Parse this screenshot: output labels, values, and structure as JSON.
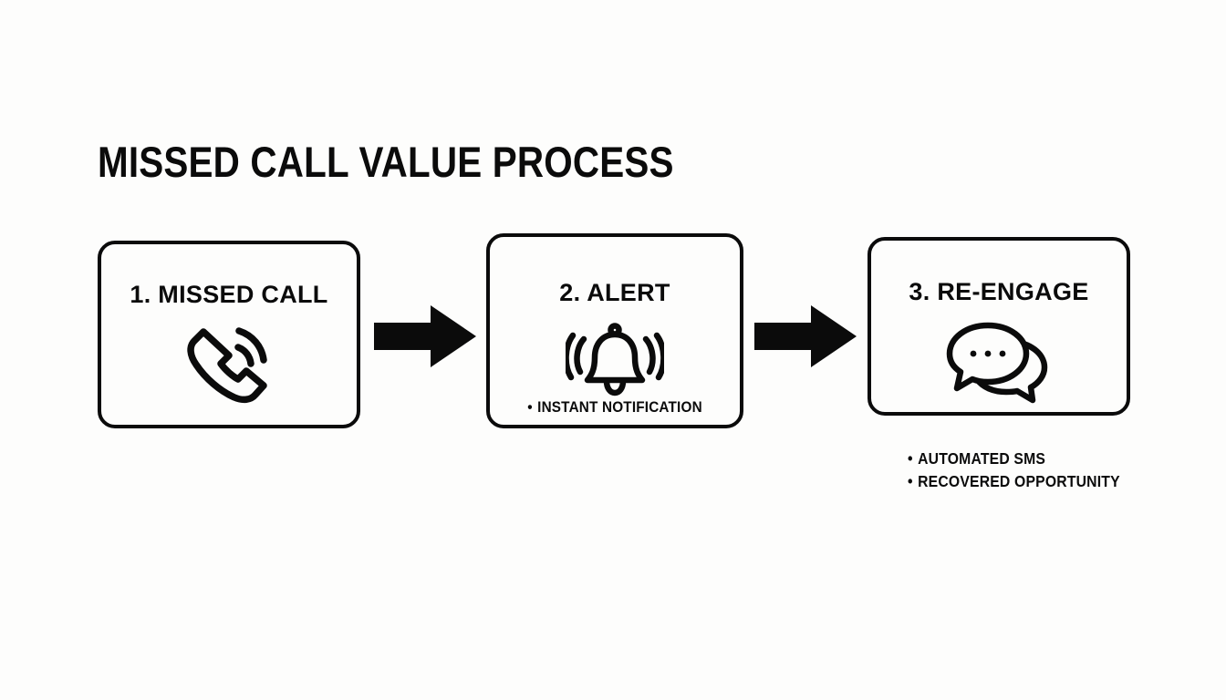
{
  "page": {
    "title": "MISSED CALL VALUE PROCESS",
    "background_color": "#fdfdfc",
    "ink_color": "#0b0b0b"
  },
  "steps": [
    {
      "id": "missed-call",
      "heading": "1. MISSED CALL",
      "icon": "phone-handset-ringing-icon",
      "bullets": []
    },
    {
      "id": "alert",
      "heading": "2. ALERT",
      "icon": "bell-ringing-icon",
      "bullets": [
        "INSTANT NOTIFICATION"
      ]
    },
    {
      "id": "re-engage",
      "heading": "3. RE-ENGAGE",
      "icon": "chat-bubbles-icon",
      "bullets": []
    }
  ],
  "arrows": [
    {
      "id": "arrow-1",
      "icon": "arrow-right-icon",
      "from": "missed-call",
      "to": "alert"
    },
    {
      "id": "arrow-2",
      "icon": "arrow-right-icon",
      "from": "alert",
      "to": "re-engage"
    }
  ],
  "outcomes": {
    "bullet_glyph": "•",
    "items": [
      "AUTOMATED SMS",
      "RECOVERED OPPORTUNITY"
    ]
  },
  "inbox_bullet_glyph": "•"
}
